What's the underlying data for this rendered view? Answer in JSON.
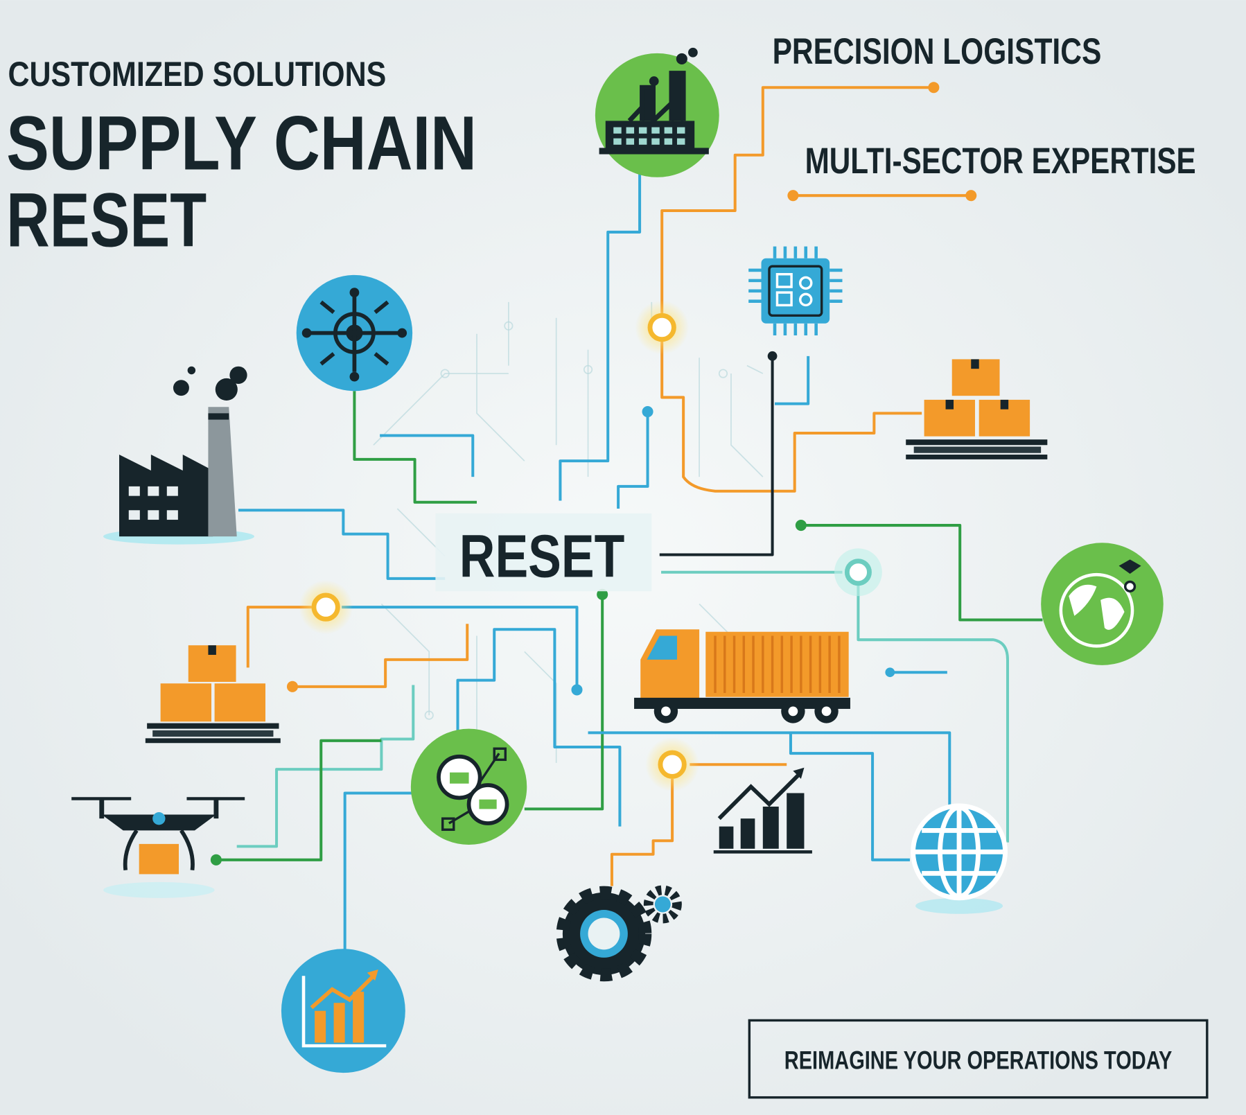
{
  "header": {
    "eyebrow": "CUSTOMIZED SOLUTIONS",
    "title_line1": "SUPPLY CHAIN",
    "title_line2": "RESET"
  },
  "callouts": {
    "precision": "PRECISION LOGISTICS",
    "multi_sector": "MULTI-SECTOR EXPERTISE"
  },
  "center": {
    "label": "RESET"
  },
  "cta": {
    "label": "REIMAGINE YOUR OPERATIONS TODAY"
  },
  "colors": {
    "orange": "#f39a2a",
    "green": "#6abf4b",
    "blue": "#35a9d6",
    "dark": "#17252b",
    "teal": "#6ccdc0"
  },
  "icons": [
    "factory-icon",
    "network-hub-icon",
    "chip-icon",
    "pallet-boxes-icon",
    "globe-icon",
    "truck-icon",
    "drone-icon",
    "gear-network-icon",
    "bar-chart-icon",
    "gears-icon"
  ]
}
